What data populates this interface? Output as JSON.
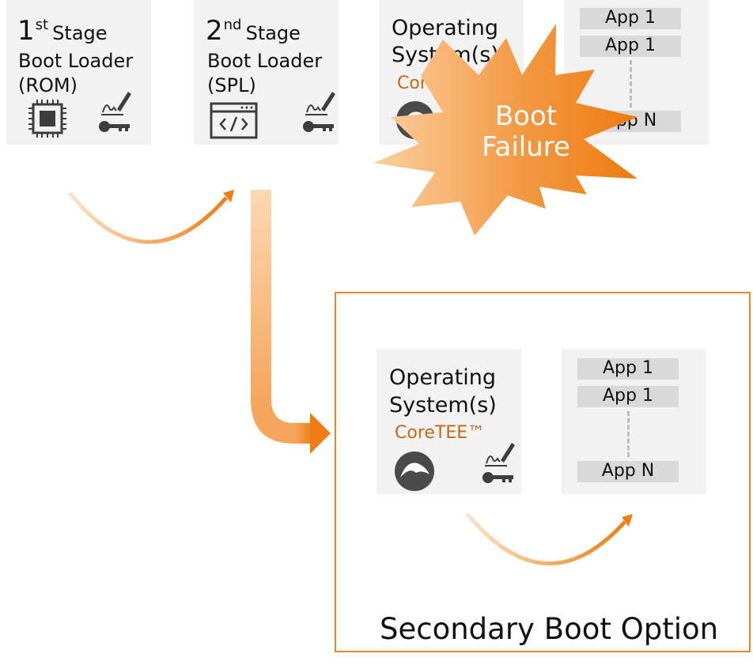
{
  "stage1": {
    "num": "1",
    "sup": "st",
    "word": "Stage",
    "line2": "Boot Loader",
    "line3": "(ROM)"
  },
  "stage2": {
    "num": "2",
    "sup": "nd",
    "word": "Stage",
    "line2": "Boot Loader",
    "line3": "(SPL)"
  },
  "os_top": {
    "line1": "Operating",
    "line2": "System(s)",
    "brand": "CoreTEE™"
  },
  "apps_top": {
    "items": [
      "App 1",
      "App 1",
      "App N"
    ]
  },
  "failure": {
    "line1": "Boot",
    "line2": "Failure"
  },
  "secondary": {
    "title": "Secondary Boot Option",
    "os": {
      "line1": "Operating",
      "line2": "System(s)",
      "brand": "CoreTEE™"
    },
    "apps": {
      "items": [
        "App 1",
        "App 1",
        "App N"
      ]
    }
  },
  "colors": {
    "accent": "#ef7d16",
    "accent_light": "#fbd3a8",
    "box": "#f2f2f2",
    "app": "#d9d9d9",
    "icon": "#3d3d3d"
  }
}
